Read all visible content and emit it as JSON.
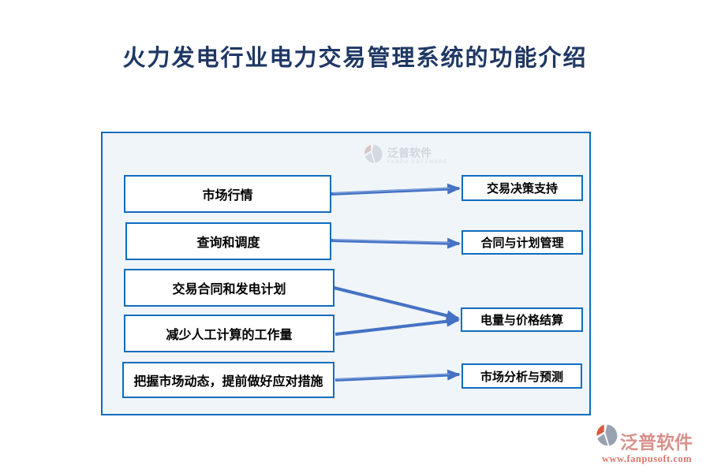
{
  "title": "火力发电行业电力交易管理系统的功能介绍",
  "watermark": {
    "brand": "泛普软件",
    "subtitle": "FANPU SOFTWARE"
  },
  "footer_logo": {
    "brand": "泛普软件",
    "url": "www.fanpusoft.com"
  },
  "diagram": {
    "left_nodes": [
      {
        "label": "市场行情"
      },
      {
        "label": "查询和调度"
      },
      {
        "label": "交易合同和发电计划"
      },
      {
        "label": "减少人工计算的工作量"
      },
      {
        "label": "把握市场动态，提前做好应对措施"
      }
    ],
    "right_nodes": [
      {
        "label": "交易决策支持"
      },
      {
        "label": "合同与计划管理"
      },
      {
        "label": "电量与价格结算"
      },
      {
        "label": "市场分析与预测"
      }
    ],
    "edges": [
      {
        "from": "市场行情",
        "to": "交易决策支持"
      },
      {
        "from": "查询和调度",
        "to": "合同与计划管理"
      },
      {
        "from": "交易合同和发电计划",
        "to": "电量与价格结算"
      },
      {
        "from": "减少人工计算的工作量",
        "to": "电量与价格结算"
      },
      {
        "from": "把握市场动态，提前做好应对措施",
        "to": "市场分析与预测"
      }
    ]
  },
  "colors": {
    "panel_border": "#0a6cbc",
    "panel_background": "#f0f5fa",
    "node_border": "#0f6dbd",
    "arrow": "#4472c4",
    "title_text": "#1f3864",
    "logo_orange": "#d8593b",
    "logo_gray": "#98a1b0",
    "footer_brand": "#d8918b",
    "footer_url": "#e0766a"
  }
}
